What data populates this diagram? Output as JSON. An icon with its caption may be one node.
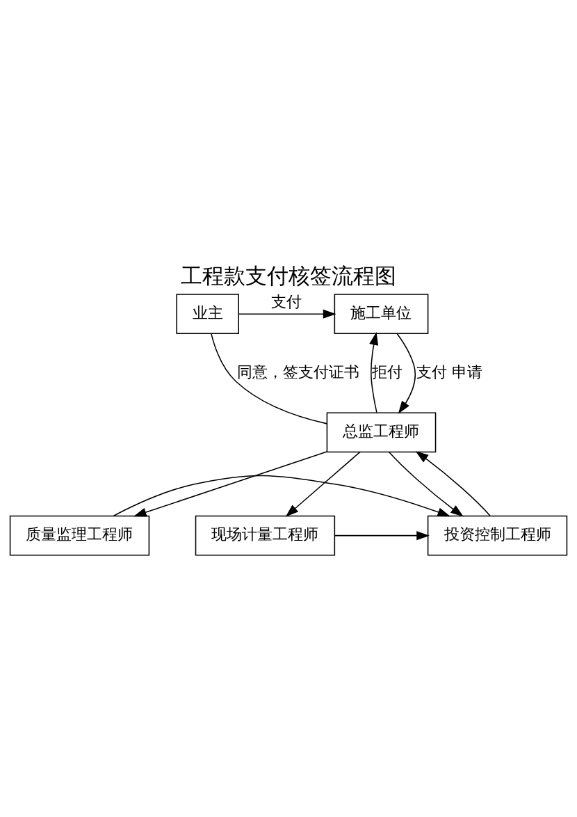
{
  "diagram": {
    "title": "工程款支付核签流程图",
    "nodes": [
      {
        "text": [
          "施工单位"
        ]
      },
      {
        "text": [
          "业主"
        ]
      },
      {
        "text": [
          "总监工程师"
        ]
      },
      {
        "text": [
          "质量监理工程师"
        ]
      },
      {
        "text": [
          "投资控制工程师"
        ]
      },
      {
        "text": [
          "现场计量工程师"
        ]
      }
    ],
    "edges": [
      {
        "from": 1,
        "to": 0,
        "arrow": "to",
        "label": "支付"
      },
      {
        "from": 0,
        "to": 2,
        "arrow": "to",
        "label": "支付 申请"
      },
      {
        "from": 2,
        "to": 0,
        "arrow": "to",
        "label": "拒付"
      },
      {
        "from": 1,
        "to": 2,
        "arrow": "none",
        "label": "同意，签支付证书"
      },
      {
        "from": 2,
        "to": 3,
        "arrow": "to"
      },
      {
        "from": 2,
        "to": 4,
        "arrow": "to"
      },
      {
        "from": 2,
        "to": 5,
        "arrow": "to"
      },
      {
        "from": 3,
        "to": 4,
        "arrow": "to"
      },
      {
        "from": 5,
        "to": 4,
        "arrow": "to"
      },
      {
        "from": 4,
        "to": 2,
        "arrow": "to"
      }
    ]
  }
}
